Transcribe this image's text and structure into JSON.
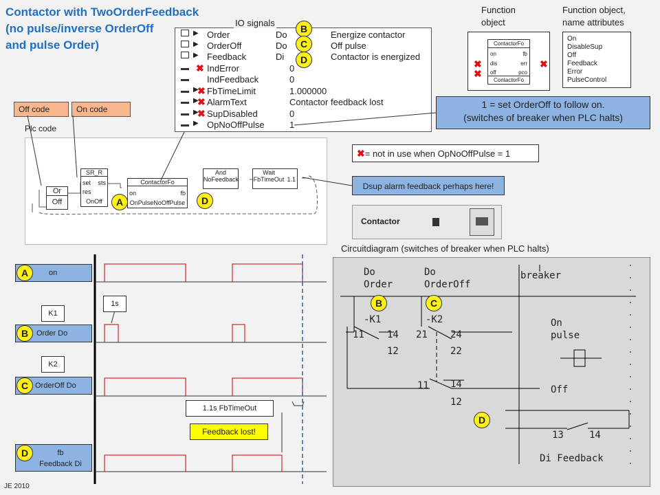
{
  "title": "Contactor with TwoOrderFeedback\n(no pulse/inverse OrderOff\nand pulse Order)",
  "io": {
    "title": "IO signals",
    "rows": [
      {
        "name": "Order",
        "type": "Do",
        "desc": "Energize contactor"
      },
      {
        "name": "OrderOff",
        "type": "Do",
        "desc": "Off pulse"
      },
      {
        "name": "Feedback",
        "type": "Di",
        "desc": "Contactor is energized"
      },
      {
        "name": "IndError",
        "value": "0"
      },
      {
        "name": "IndFeedback",
        "value": "0"
      },
      {
        "name": "FbTimeLimit",
        "value": "1.000000"
      },
      {
        "name": "AlarmText",
        "value": "Contactor feedback lost"
      },
      {
        "name": "SupDisabled",
        "value": "0"
      },
      {
        "name": "OpNoOffPulse",
        "value": "1"
      }
    ]
  },
  "markers": {
    "a": "A",
    "b": "B",
    "c": "C",
    "d": "D"
  },
  "function_object": {
    "label": "Function\nobject",
    "name": "ContactorFo",
    "inputs": [
      "on",
      "dis",
      "off"
    ],
    "outputs": [
      "fb",
      "err",
      "pco"
    ],
    "footer": "ContactorFo"
  },
  "fo_attrs": {
    "label": "Function object,\nname attributes",
    "items": [
      "On",
      "DisableSup",
      "Off",
      "Feedback",
      "Error",
      "PulseControl"
    ]
  },
  "notes": {
    "orderoff": "1 = set OrderOff to follow on.\n(switches of breaker when PLC halts)",
    "not_in_use": "= not in use when OpNoOffPulse = 1",
    "dsup": "Dsup alarm feedback perhaps here!",
    "fbtimeout": "1.1s FbTimeOut",
    "feedback_lost": "Feedback lost!",
    "one_s": "1s",
    "k1": "K1",
    "k2": "K2"
  },
  "plc": {
    "off_code": "Off code",
    "on_code": "On code",
    "plc_code": "Plc code",
    "or_title": "Or",
    "or_off": "Off",
    "srr_title": "SR_R",
    "srr_set": "set",
    "srr_sts": "sts",
    "srr_res": "res",
    "srr_onoff": "OnOff",
    "cfo_title": "ContactorFo",
    "cfo_on": "on",
    "cfo_fb": "fb",
    "cfo_inst": "OnPulseNoOffPulse",
    "and_title": "And",
    "and_inst": "NoFeedback",
    "wait_title": "Wait",
    "wait_inst": "FbTimeOut",
    "wait_val": "1.1"
  },
  "contactor_panel": {
    "label": "Contactor"
  },
  "timing": {
    "a_label": "on",
    "b_label": "Order  Do",
    "c_label": "OrderOff  Do",
    "d_label": "fb\nFeedback Di"
  },
  "circuit": {
    "caption": "Circuitdiagram (switches of breaker when PLC halts)",
    "do_order": "Do\nOrder",
    "do_orderoff": "Do\nOrderOff",
    "breaker": "breaker",
    "k1": "-K1",
    "k2": "-K2",
    "n11": "11",
    "n14": "14",
    "n12": "12",
    "n21": "21",
    "n24": "24",
    "n22": "22",
    "n11b": "11",
    "n14b": "14",
    "n12b": "12",
    "on_pulse": "On\npulse",
    "off": "Off",
    "n13": "13",
    "n14c": "14",
    "di_feedback": "Di Feedback"
  },
  "footer": "JE 2010",
  "colors": {
    "title": "#1f6fc4",
    "note_blue": "#8db3e2",
    "orange": "#f8b78d",
    "marker": "#ffef1a",
    "signal_red": "#cc0000",
    "dashed": "#2f5fa8"
  }
}
